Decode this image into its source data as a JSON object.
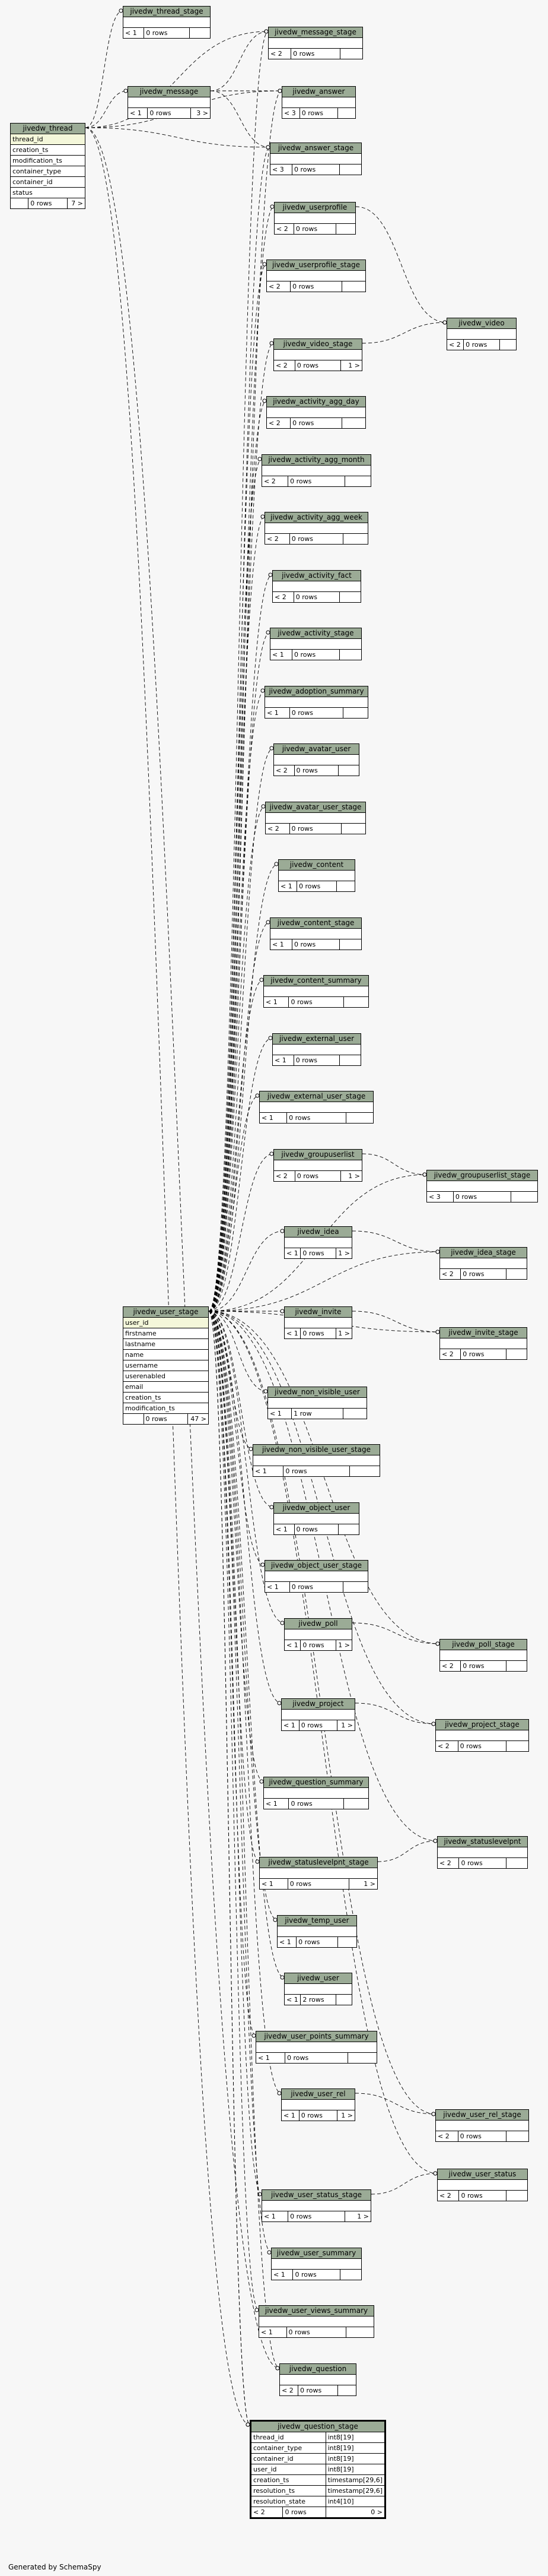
{
  "footer": "Generated by SchemaSpy",
  "tables": [
    {
      "name": "jivedw_thread_stage",
      "rows": "0 rows",
      "parents": "< 1"
    },
    {
      "name": "jivedw_message_stage",
      "rows": "0 rows",
      "parents": "< 2"
    },
    {
      "name": "jivedw_message",
      "rows": "0 rows",
      "parents": "< 1",
      "children": "3 >"
    },
    {
      "name": "jivedw_answer",
      "rows": "0 rows",
      "parents": "< 3"
    },
    {
      "name": "jivedw_thread",
      "rows": "0 rows",
      "children": "7 >",
      "columns": [
        "thread_id",
        "creation_ts",
        "modification_ts",
        "container_type",
        "container_id",
        "status"
      ]
    },
    {
      "name": "jivedw_answer_stage",
      "rows": "0 rows",
      "parents": "< 3"
    },
    {
      "name": "jivedw_userprofile",
      "rows": "0 rows",
      "parents": "< 2"
    },
    {
      "name": "jivedw_userprofile_stage",
      "rows": "0 rows",
      "parents": "< 2"
    },
    {
      "name": "jivedw_video",
      "rows": "0 rows",
      "parents": "< 2"
    },
    {
      "name": "jivedw_video_stage",
      "rows": "0 rows",
      "parents": "< 2",
      "children": "1 >"
    },
    {
      "name": "jivedw_activity_agg_day",
      "rows": "0 rows",
      "parents": "< 2"
    },
    {
      "name": "jivedw_activity_agg_month",
      "rows": "0 rows",
      "parents": "< 2"
    },
    {
      "name": "jivedw_activity_agg_week",
      "rows": "0 rows",
      "parents": "< 2"
    },
    {
      "name": "jivedw_activity_fact",
      "rows": "0 rows",
      "parents": "< 2"
    },
    {
      "name": "jivedw_activity_stage",
      "rows": "0 rows",
      "parents": "< 1"
    },
    {
      "name": "jivedw_adoption_summary",
      "rows": "0 rows",
      "parents": "< 1"
    },
    {
      "name": "jivedw_avatar_user",
      "rows": "0 rows",
      "parents": "< 2"
    },
    {
      "name": "jivedw_avatar_user_stage",
      "rows": "0 rows",
      "parents": "< 2"
    },
    {
      "name": "jivedw_content",
      "rows": "0 rows",
      "parents": "< 1"
    },
    {
      "name": "jivedw_content_stage",
      "rows": "0 rows",
      "parents": "< 1"
    },
    {
      "name": "jivedw_content_summary",
      "rows": "0 rows",
      "parents": "< 1"
    },
    {
      "name": "jivedw_external_user",
      "rows": "0 rows",
      "parents": "< 1"
    },
    {
      "name": "jivedw_external_user_stage",
      "rows": "0 rows",
      "parents": "< 1"
    },
    {
      "name": "jivedw_groupuserlist",
      "rows": "0 rows",
      "parents": "< 2",
      "children": "1 >"
    },
    {
      "name": "jivedw_groupuserlist_stage",
      "rows": "0 rows",
      "parents": "< 3"
    },
    {
      "name": "jivedw_idea",
      "rows": "0 rows",
      "parents": "< 1",
      "children": "1 >"
    },
    {
      "name": "jivedw_idea_stage",
      "rows": "0 rows",
      "parents": "< 2"
    },
    {
      "name": "jivedw_user_stage",
      "rows": "0 rows",
      "children": "47 >",
      "columns": [
        "user_id",
        "firstname",
        "lastname",
        "name",
        "username",
        "userenabled",
        "email",
        "creation_ts",
        "modification_ts"
      ]
    },
    {
      "name": "jivedw_invite",
      "rows": "0 rows",
      "parents": "< 1",
      "children": "1 >"
    },
    {
      "name": "jivedw_invite_stage",
      "rows": "0 rows",
      "parents": "< 2"
    },
    {
      "name": "jivedw_non_visible_user",
      "rows": "1 row",
      "parents": "< 1"
    },
    {
      "name": "jivedw_non_visible_user_stage",
      "rows": "0 rows",
      "parents": "< 1"
    },
    {
      "name": "jivedw_object_user",
      "rows": "0 rows",
      "parents": "< 1"
    },
    {
      "name": "jivedw_object_user_stage",
      "rows": "0 rows",
      "parents": "< 1"
    },
    {
      "name": "jivedw_poll",
      "rows": "0 rows",
      "parents": "< 1",
      "children": "1 >"
    },
    {
      "name": "jivedw_poll_stage",
      "rows": "0 rows",
      "parents": "< 2"
    },
    {
      "name": "jivedw_project",
      "rows": "0 rows",
      "parents": "< 1",
      "children": "1 >"
    },
    {
      "name": "jivedw_project_stage",
      "rows": "0 rows",
      "parents": "< 2"
    },
    {
      "name": "jivedw_question_summary",
      "rows": "0 rows",
      "parents": "< 1"
    },
    {
      "name": "jivedw_statuslevelpnt",
      "rows": "0 rows",
      "parents": "< 2"
    },
    {
      "name": "jivedw_statuslevelpnt_stage",
      "rows": "0 rows",
      "parents": "< 1",
      "children": "1 >"
    },
    {
      "name": "jivedw_temp_user",
      "rows": "0 rows",
      "parents": "< 1"
    },
    {
      "name": "jivedw_user",
      "rows": "2 rows",
      "parents": "< 1"
    },
    {
      "name": "jivedw_user_points_summary",
      "rows": "0 rows",
      "parents": "< 1"
    },
    {
      "name": "jivedw_user_rel",
      "rows": "0 rows",
      "parents": "< 1",
      "children": "1 >"
    },
    {
      "name": "jivedw_user_rel_stage",
      "rows": "0 rows",
      "parents": "< 2"
    },
    {
      "name": "jivedw_user_status",
      "rows": "0 rows",
      "parents": "< 2"
    },
    {
      "name": "jivedw_user_status_stage",
      "rows": "0 rows",
      "parents": "< 1",
      "children": "1 >"
    },
    {
      "name": "jivedw_user_summary",
      "rows": "0 rows",
      "parents": "< 1"
    },
    {
      "name": "jivedw_user_views_summary",
      "rows": "0 rows",
      "parents": "< 1"
    },
    {
      "name": "jivedw_question",
      "rows": "0 rows",
      "parents": "< 2"
    },
    {
      "name": "jivedw_question_stage",
      "rows": "0 rows",
      "parents": "< 2",
      "children": "0 >",
      "columns": [
        {
          "name": "thread_id",
          "type": "int8[19]"
        },
        {
          "name": "container_type",
          "type": "int8[19]"
        },
        {
          "name": "container_id",
          "type": "int8[19]"
        },
        {
          "name": "user_id",
          "type": "int8[19]"
        },
        {
          "name": "creation_ts",
          "type": "timestamp[29,6]"
        },
        {
          "name": "resolution_ts",
          "type": "timestamp[29,6]"
        },
        {
          "name": "resolution_state",
          "type": "int4[10]"
        }
      ]
    }
  ]
}
